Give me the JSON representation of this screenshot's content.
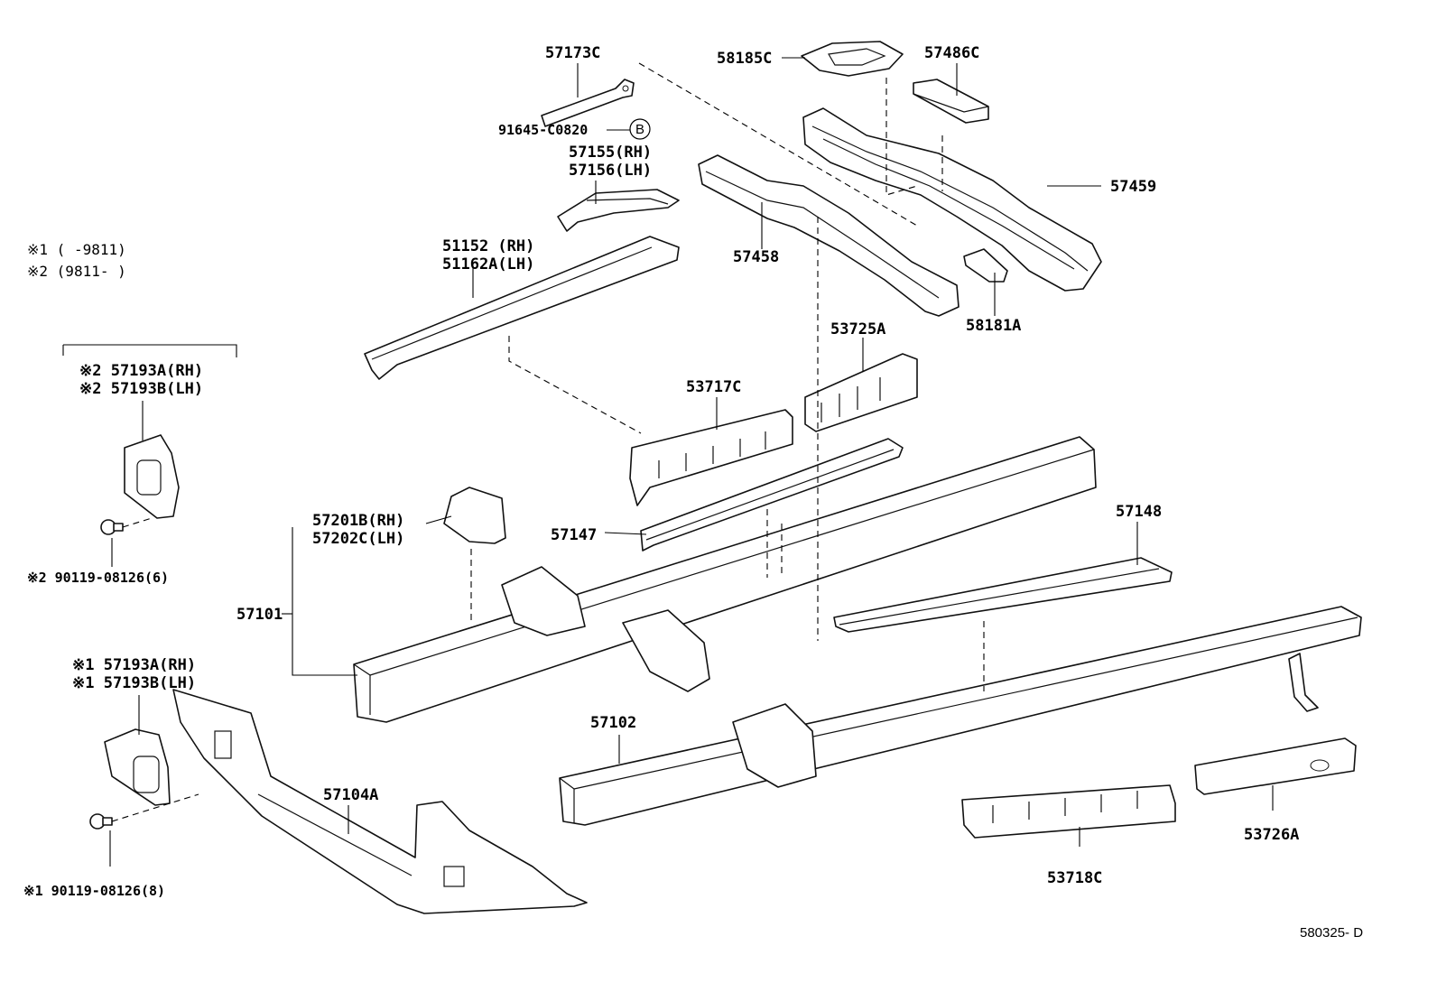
{
  "notes": {
    "note1": "※1 (    -9811)",
    "note2": "※2 (9811-    )"
  },
  "bolt_marker": "B",
  "drawing_number": "580325- D",
  "labels": {
    "p57173C": "57173C",
    "p58185C": "58185C",
    "p57486C": "57486C",
    "p91645": "91645-C0820",
    "p57155": "57155(RH)",
    "p57156": "57156(LH)",
    "p57459": "57459",
    "p57458": "57458",
    "p51152": "51152 (RH)",
    "p51162A": "51162A(LH)",
    "p58181A": "58181A",
    "p53725A": "53725A",
    "p53717C": "53717C",
    "p57193A_2": "※2 57193A(RH)",
    "p57193B_2": "※2 57193B(LH)",
    "p57201B": "57201B(RH)",
    "p57202C": "57202C(LH)",
    "p57147": "57147",
    "p57148": "57148",
    "p90119_6": "※2 90119-08126(6)",
    "p57101": "57101",
    "p57193A_1": "※1 57193A(RH)",
    "p57193B_1": "※1 57193B(LH)",
    "p57102": "57102",
    "p57104A": "57104A",
    "p53726A": "53726A",
    "p53718C": "53718C",
    "p90119_8": "※1 90119-08126(8)"
  }
}
